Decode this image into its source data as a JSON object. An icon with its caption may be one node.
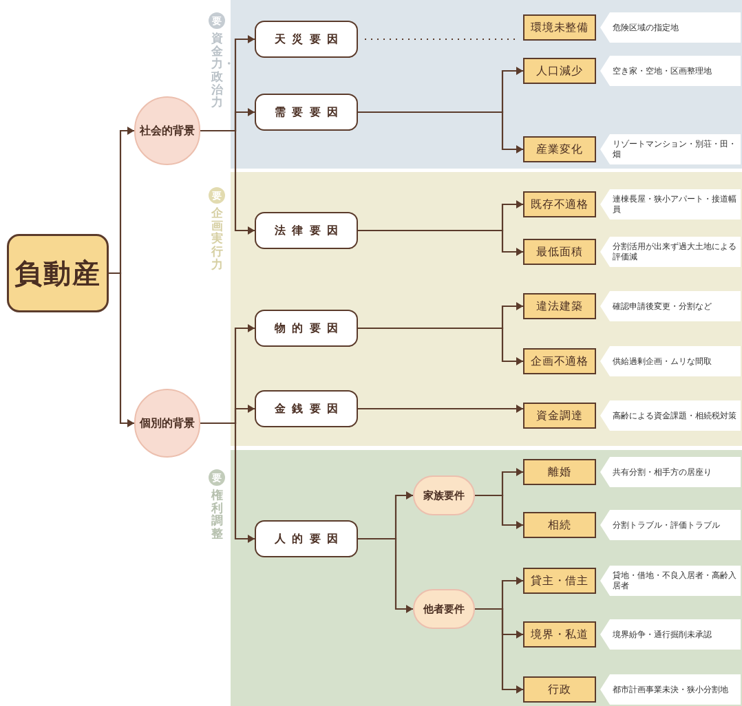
{
  "diagram": {
    "nodes": [
      {
        "text": [
          "負動産"
        ]
      },
      {
        "text": [
          "社会的背景"
        ]
      },
      {
        "text": [
          "個別的背景"
        ]
      },
      {
        "text": [
          "天災要因"
        ]
      },
      {
        "text": [
          "需要要因"
        ]
      },
      {
        "text": [
          "法律要因"
        ]
      },
      {
        "text": [
          "物的要因"
        ]
      },
      {
        "text": [
          "金銭要因"
        ]
      },
      {
        "text": [
          "人的要因"
        ]
      },
      {
        "text": [
          "環境未整備"
        ],
        "beside": [
          "危険区域の指定地"
        ]
      },
      {
        "text": [
          "人口減少"
        ],
        "beside": [
          "空き家・空地・区画整理地"
        ]
      },
      {
        "text": [
          "産業変化"
        ],
        "beside": [
          "リゾートマンション・別荘・田・畑"
        ]
      },
      {
        "text": [
          "既存不適格"
        ],
        "beside": [
          "連棟長屋・狭小アパート・接道幅員"
        ]
      },
      {
        "text": [
          "最低面積"
        ],
        "beside": [
          "分割活用が出来ず過大土地による評価減"
        ]
      },
      {
        "text": [
          "違法建築"
        ],
        "beside": [
          "確認申請後変更・分割など"
        ]
      },
      {
        "text": [
          "企画不適格"
        ],
        "beside": [
          "供給過剰企画・ムリな間取"
        ]
      },
      {
        "text": [
          "資金調達"
        ],
        "beside": [
          "高齢による資金課題・相続税対策"
        ]
      },
      {
        "text": [
          "家族要件"
        ]
      },
      {
        "text": [
          "離婚"
        ],
        "beside": [
          "共有分割・相手方の居座り"
        ]
      },
      {
        "text": [
          "相続"
        ],
        "beside": [
          "分割トラブル・評価トラブル"
        ]
      },
      {
        "text": [
          "他者要件"
        ]
      },
      {
        "text": [
          "貸主・借主"
        ],
        "beside": [
          "貸地・借地・不良入居者・高齢入居者"
        ]
      },
      {
        "text": [
          "境界・私道"
        ],
        "beside": [
          "境界紛争・通行掘削未承認"
        ]
      },
      {
        "text": [
          "行政"
        ],
        "beside": [
          "都市計画事業未決・狭小分割地"
        ]
      }
    ],
    "edges": [
      {
        "from": 0,
        "to": 1,
        "arrow": "to"
      },
      {
        "from": 0,
        "to": 2,
        "arrow": "to"
      },
      {
        "from": 1,
        "to": 3,
        "arrow": "to"
      },
      {
        "from": 1,
        "to": 4,
        "arrow": "to"
      },
      {
        "from": 1,
        "to": 5,
        "arrow": "to"
      },
      {
        "from": 2,
        "to": 6,
        "arrow": "to"
      },
      {
        "from": 2,
        "to": 7,
        "arrow": "to"
      },
      {
        "from": 2,
        "to": 8,
        "arrow": "to"
      },
      {
        "from": 3,
        "to": 9,
        "arrow": "none",
        "style": "dashed"
      },
      {
        "from": 4,
        "to": 10,
        "arrow": "to"
      },
      {
        "from": 4,
        "to": 11,
        "arrow": "to"
      },
      {
        "from": 5,
        "to": 12,
        "arrow": "to"
      },
      {
        "from": 5,
        "to": 13,
        "arrow": "to"
      },
      {
        "from": 6,
        "to": 14,
        "arrow": "to"
      },
      {
        "from": 6,
        "to": 15,
        "arrow": "to"
      },
      {
        "from": 7,
        "to": 16,
        "arrow": "to"
      },
      {
        "from": 8,
        "to": 17,
        "arrow": "to"
      },
      {
        "from": 8,
        "to": 20,
        "arrow": "to"
      },
      {
        "from": 17,
        "to": 18,
        "arrow": "to"
      },
      {
        "from": 17,
        "to": 19,
        "arrow": "to"
      },
      {
        "from": 20,
        "to": 21,
        "arrow": "to"
      },
      {
        "from": 20,
        "to": 22,
        "arrow": "to"
      },
      {
        "from": 20,
        "to": 23,
        "arrow": "to"
      }
    ],
    "labels": [
      "要",
      "資金力・政治力",
      "要",
      "企画実行力",
      "要",
      "権利調整"
    ]
  }
}
